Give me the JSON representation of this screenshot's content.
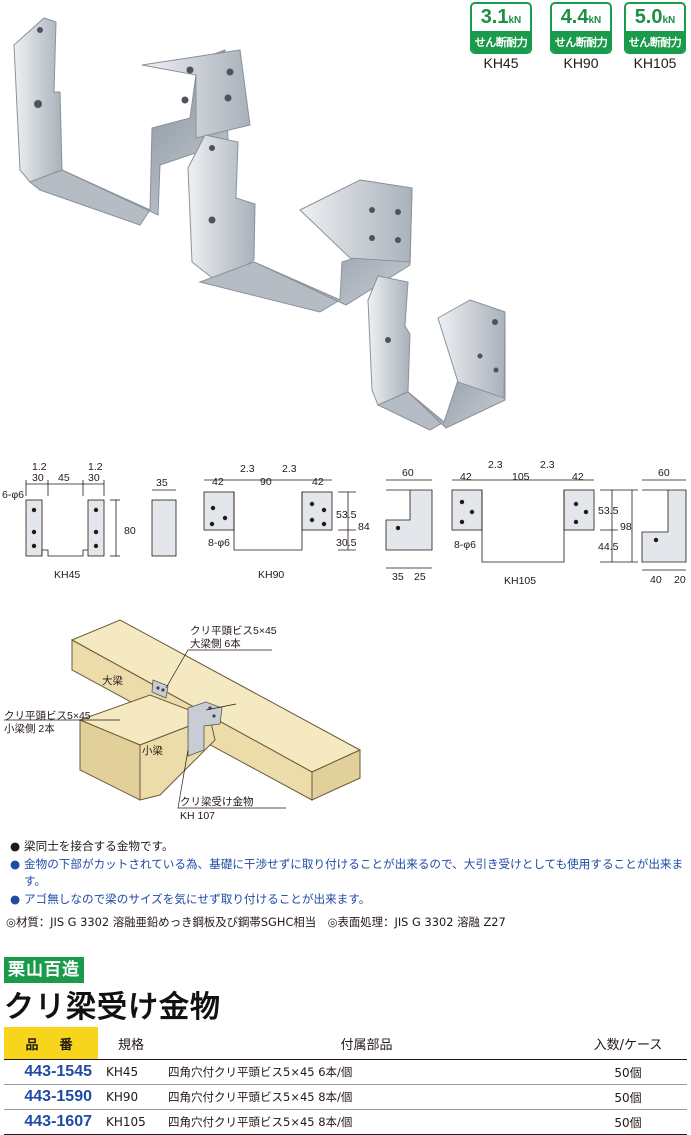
{
  "badges": [
    {
      "value": "3.1",
      "unit": "kN",
      "caption": "せん断耐力",
      "model": "KH45"
    },
    {
      "value": "4.4",
      "unit": "kN",
      "caption": "せん断耐力",
      "model": "KH90"
    },
    {
      "value": "5.0",
      "unit": "kN",
      "caption": "せん断耐力",
      "model": "KH105"
    }
  ],
  "drawings": {
    "kh45": {
      "name": "KH45",
      "w1": "30",
      "w2": "45",
      "w3": "30",
      "t1": "1.2",
      "t2": "1.2",
      "hole": "6-φ6",
      "height": "80",
      "side": "35"
    },
    "kh90": {
      "name": "KH90",
      "w1": "42",
      "w2": "90",
      "w3": "42",
      "t1": "2.3",
      "t2": "2.3",
      "hole": "8-φ6",
      "h_upper": "53.5",
      "h_lower": "30.5",
      "height": "84",
      "side_top": "60",
      "side_b1": "35",
      "side_b2": "25"
    },
    "kh105": {
      "name": "KH105",
      "w1": "42",
      "w2": "105",
      "w3": "42",
      "t1": "2.3",
      "t2": "2.3",
      "hole": "8-φ6",
      "h_upper": "53.5",
      "h_lower": "44.5",
      "height": "98",
      "side_top": "60",
      "side_b1": "40",
      "side_b2": "20"
    }
  },
  "illustration": {
    "main_beam": "大梁",
    "sub_beam": "小梁",
    "screw_main_1": "クリ平頭ビス5×45",
    "screw_main_2": "大梁側 6本",
    "screw_sub_1": "クリ平頭ビス5×45",
    "screw_sub_2": "小梁側 2本",
    "hanger_1": "クリ梁受け金物",
    "hanger_2": "KH 107"
  },
  "notes": [
    {
      "text": "梁同士を接合する金物です。",
      "color": "black"
    },
    {
      "text": "金物の下部がカットされている為、基礎に干渉せずに取り付けることが出来るので、大引き受けとしても使用することが出来ます。",
      "color": "blue"
    },
    {
      "text": "アゴ無しなので梁のサイズを気にせず取り付けることが出来ます。",
      "color": "blue"
    }
  ],
  "material": "◎材質：JIS G 3302 溶融亜鉛めっき鋼板及び鋼帯SGHC相当　◎表面処理：JIS G 3302 溶融 Z27",
  "brand": "栗山百造",
  "title": "クリ梁受け金物",
  "table": {
    "headers": {
      "code": "品　番",
      "spec": "規格",
      "parts": "付属部品",
      "qty": "入数/ケース"
    },
    "rows": [
      {
        "code": "443-1545",
        "spec": "KH45",
        "parts": "四角穴付クリ平頭ビス5×45 6本/個",
        "qty": "50個"
      },
      {
        "code": "443-1590",
        "spec": "KH90",
        "parts": "四角穴付クリ平頭ビス5×45 8本/個",
        "qty": "50個"
      },
      {
        "code": "443-1607",
        "spec": "KH105",
        "parts": "四角穴付クリ平頭ビス5×45 8本/個",
        "qty": "50個"
      }
    ]
  },
  "colors": {
    "accent_green": "#1a9a4b",
    "code_blue": "#1f4aa6",
    "header_yellow": "#f7d51d",
    "wood": "#f1e3b3"
  }
}
